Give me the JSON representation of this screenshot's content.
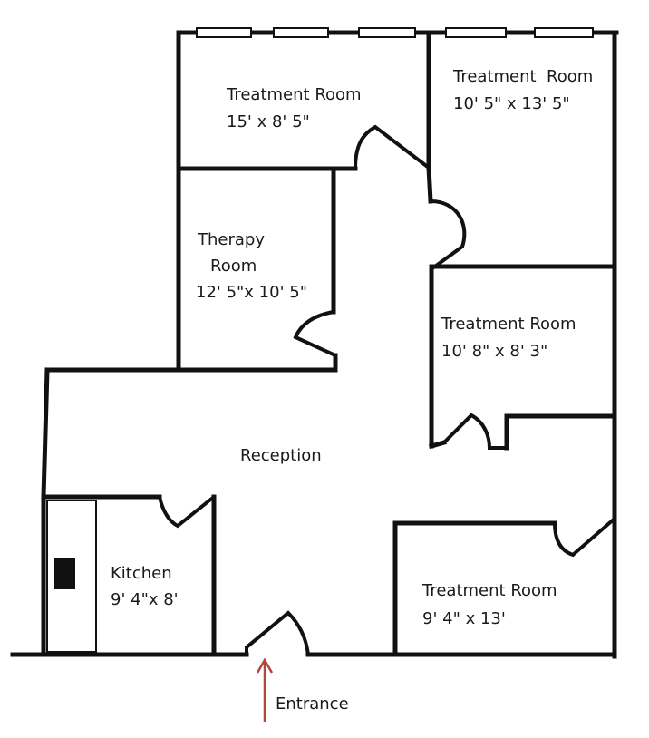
{
  "rooms": {
    "treatment_top_left": {
      "name": "Treatment Room",
      "size": "15' x 8' 5\""
    },
    "treatment_top_right": {
      "name": "Treatment  Room",
      "size": "10' 5\" x 13' 5\""
    },
    "therapy": {
      "name_line1": "Therapy",
      "name_line2": "Room",
      "size": "12' 5\"x 10' 5\""
    },
    "treatment_mid_right": {
      "name": "Treatment Room",
      "size": "10' 8\" x 8' 3\""
    },
    "reception": {
      "name": "Reception"
    },
    "kitchen": {
      "name": "Kitchen",
      "size": "9' 4\"x 8'"
    },
    "treatment_bottom_right": {
      "name": "Treatment Room",
      "size": "9' 4\" x 13'"
    }
  },
  "entrance": {
    "label": "Entrance"
  },
  "colors": {
    "wall": "#111111",
    "entrance_arrow": "#b5463a"
  }
}
